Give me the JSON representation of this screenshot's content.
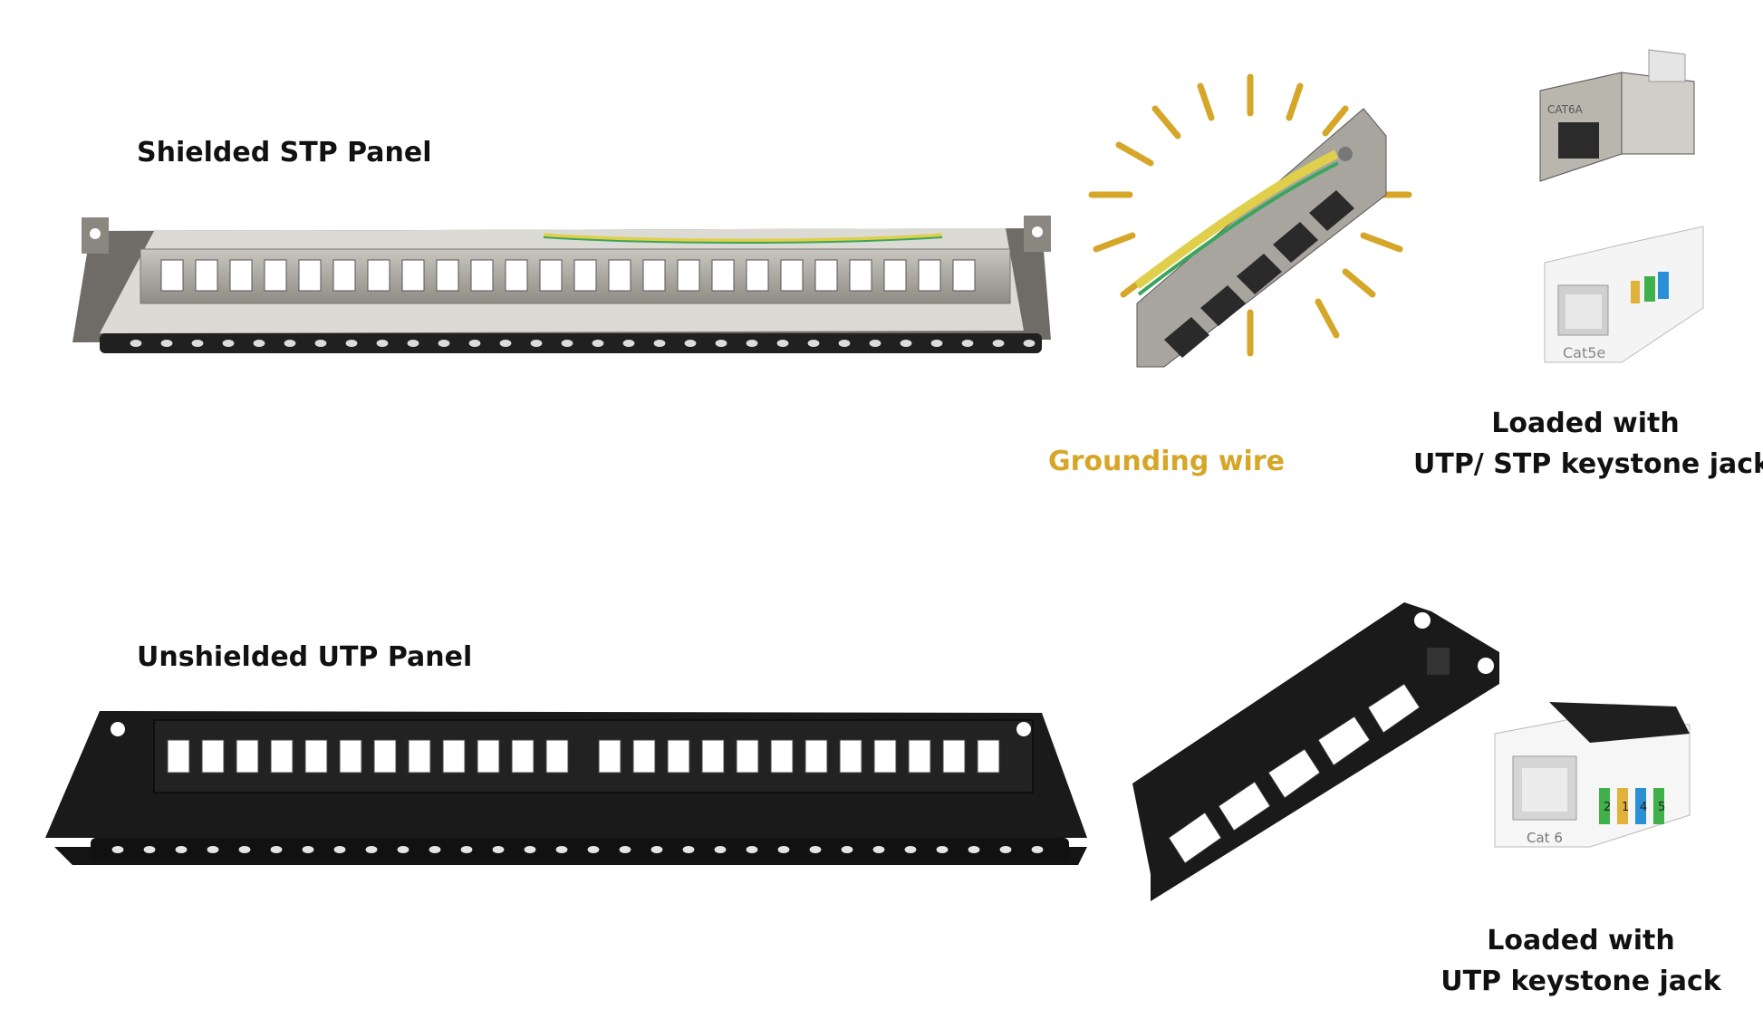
{
  "stp": {
    "title": "Shielded STP Panel",
    "grounding_label": "Grounding wire",
    "jack_caption_line1": "Loaded with",
    "jack_caption_line2": "UTP/ STP keystone jack"
  },
  "utp": {
    "title": "Unshielded UTP Panel",
    "jack_caption_line1": "Loaded with",
    "jack_caption_line2": "UTP keystone jack"
  },
  "jack_markings": {
    "stp_jack_mark": "CAT6A",
    "utp_jack_top_mark": "Cat5e",
    "utp_jack_bottom_mark": "Cat 6",
    "pin_numbers": [
      "2",
      "1",
      "4",
      "5"
    ]
  },
  "colors": {
    "accent_gold": "#d6a629",
    "steel": "#9d9a93",
    "black_panel": "#1a1a1a",
    "wire_yellow": "#e8d44a",
    "wire_green": "#2fa35a"
  },
  "icons": {
    "stp_panel": "shielded-patch-panel-image",
    "utp_panel": "unshielded-patch-panel-image",
    "grounding_closeup": "grounding-wire-closeup-image",
    "stp_jack": "metal-keystone-jack-image",
    "utp_jack": "white-keystone-jack-image"
  }
}
